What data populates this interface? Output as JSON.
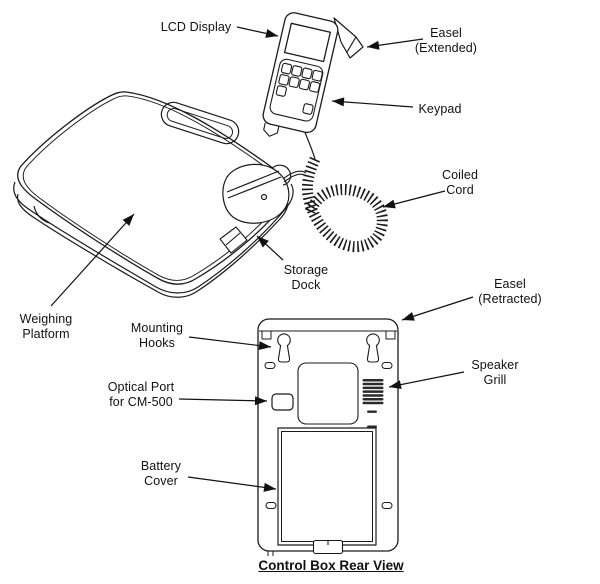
{
  "diagram": {
    "title": "Control Box Rear View",
    "labels": [
      {
        "id": "lcd-display",
        "text": "LCD Display"
      },
      {
        "id": "easel-extended",
        "text": "Easel\n(Extended)"
      },
      {
        "id": "keypad",
        "text": "Keypad"
      },
      {
        "id": "coiled-cord",
        "text": "Coiled\nCord"
      },
      {
        "id": "storage-dock",
        "text": "Storage\nDock"
      },
      {
        "id": "weighing-platform",
        "text": "Weighing\nPlatform"
      },
      {
        "id": "easel-retracted",
        "text": "Easel\n(Retracted)"
      },
      {
        "id": "mounting-hooks",
        "text": "Mounting\nHooks"
      },
      {
        "id": "speaker-grill",
        "text": "Speaker\nGrill"
      },
      {
        "id": "optical-port",
        "text": "Optical Port\nfor CM-500"
      },
      {
        "id": "battery-cover",
        "text": "Battery\nCover"
      }
    ],
    "colors": {
      "line": "#1b1b1b",
      "background": "#ffffff",
      "grill_fill": "#2a2a2a"
    }
  }
}
